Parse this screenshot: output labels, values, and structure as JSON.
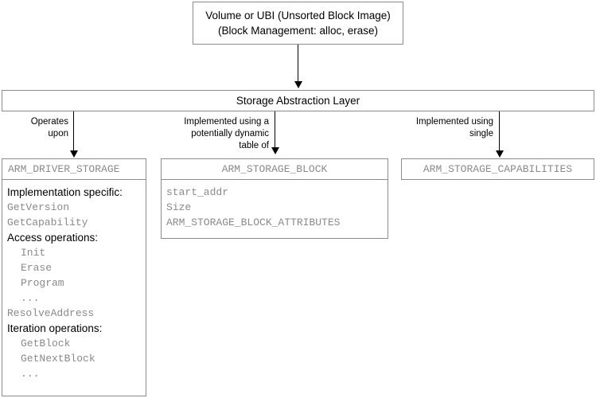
{
  "diagram": {
    "title": "ARM Storage Abstraction Layer diagram",
    "colors": {
      "box_border": "#8c8c8c",
      "code_text": "#8a8a8a",
      "label_text": "#000000",
      "arrow": "#000000",
      "background": "#ffffff"
    }
  },
  "top_box": {
    "line1": "Volume or UBI (Unsorted Block Image)",
    "line2": "(Block Management: alloc, erase)"
  },
  "storage_abstraction_layer": {
    "label": "Storage Abstraction Layer"
  },
  "edges": [
    {
      "id": "operates-upon",
      "line1": "Operates",
      "line2": "upon",
      "line3": ""
    },
    {
      "id": "implemented-using-table",
      "line1": "Implemented using a",
      "line2": "potentially dynamic",
      "line3": "table of"
    },
    {
      "id": "implemented-using-single",
      "line1": "Implemented using",
      "line2": "single",
      "line3": ""
    }
  ],
  "driver_storage": {
    "header": "ARM_DRIVER_STORAGE",
    "rows": [
      {
        "text": "Implementation specific:",
        "style": "sans",
        "indent": false
      },
      {
        "text": "GetVersion",
        "style": "code",
        "indent": false
      },
      {
        "text": "GetCapability",
        "style": "code",
        "indent": false
      },
      {
        "text": "Access operations:",
        "style": "sans",
        "indent": false
      },
      {
        "text": "Init",
        "style": "code",
        "indent": true
      },
      {
        "text": "Erase",
        "style": "code",
        "indent": true
      },
      {
        "text": "Program",
        "style": "code",
        "indent": true
      },
      {
        "text": "...",
        "style": "code",
        "indent": true
      },
      {
        "text": "ResolveAddress",
        "style": "code",
        "indent": false
      },
      {
        "text": "Iteration operations:",
        "style": "sans",
        "indent": false
      },
      {
        "text": "GetBlock",
        "style": "code",
        "indent": true
      },
      {
        "text": "GetNextBlock",
        "style": "code",
        "indent": true
      },
      {
        "text": "...",
        "style": "code",
        "indent": true
      }
    ]
  },
  "storage_block": {
    "header": "ARM_STORAGE_BLOCK",
    "rows": [
      {
        "text": "start_addr",
        "style": "code",
        "indent": false
      },
      {
        "text": "Size",
        "style": "code",
        "indent": false
      },
      {
        "text": "ARM_STORAGE_BLOCK_ATTRIBUTES",
        "style": "code",
        "indent": false
      }
    ]
  },
  "storage_capabilities": {
    "header": "ARM_STORAGE_CAPABILITIES"
  }
}
